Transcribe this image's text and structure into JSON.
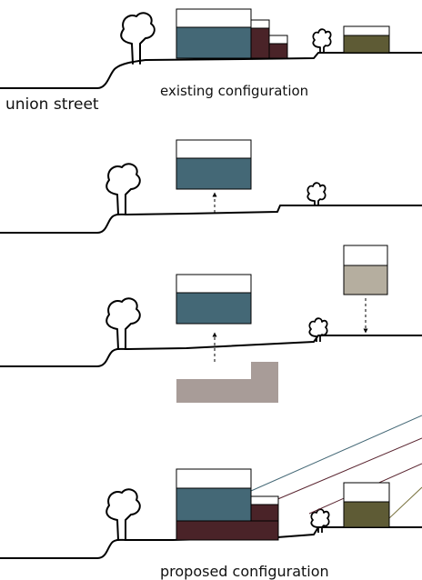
{
  "labels": {
    "street": "union street",
    "existing": "existing configuration",
    "proposed": "proposed configuration"
  },
  "colors": {
    "teal": "#446876",
    "maroon": "#4a2328",
    "olive": "#5e5b35",
    "taupe_light": "#b5ae9f",
    "taupe_dark": "#a89c98",
    "white": "#ffffff",
    "line_teal": "#446876",
    "line_maroon": "#5a2530",
    "line_olive": "#7a7340"
  }
}
